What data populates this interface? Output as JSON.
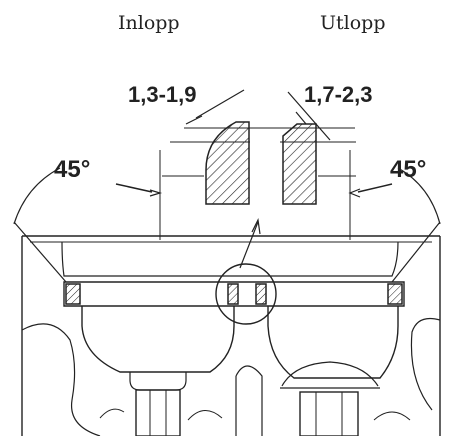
{
  "labels": {
    "inlet": "Inlopp",
    "outlet": "Utlopp",
    "inlet_width": "1,3-1,9",
    "outlet_width": "1,7-2,3",
    "angle_left": "45°",
    "angle_right": "45°"
  },
  "colors": {
    "line": "#222222",
    "background": "#ffffff"
  }
}
